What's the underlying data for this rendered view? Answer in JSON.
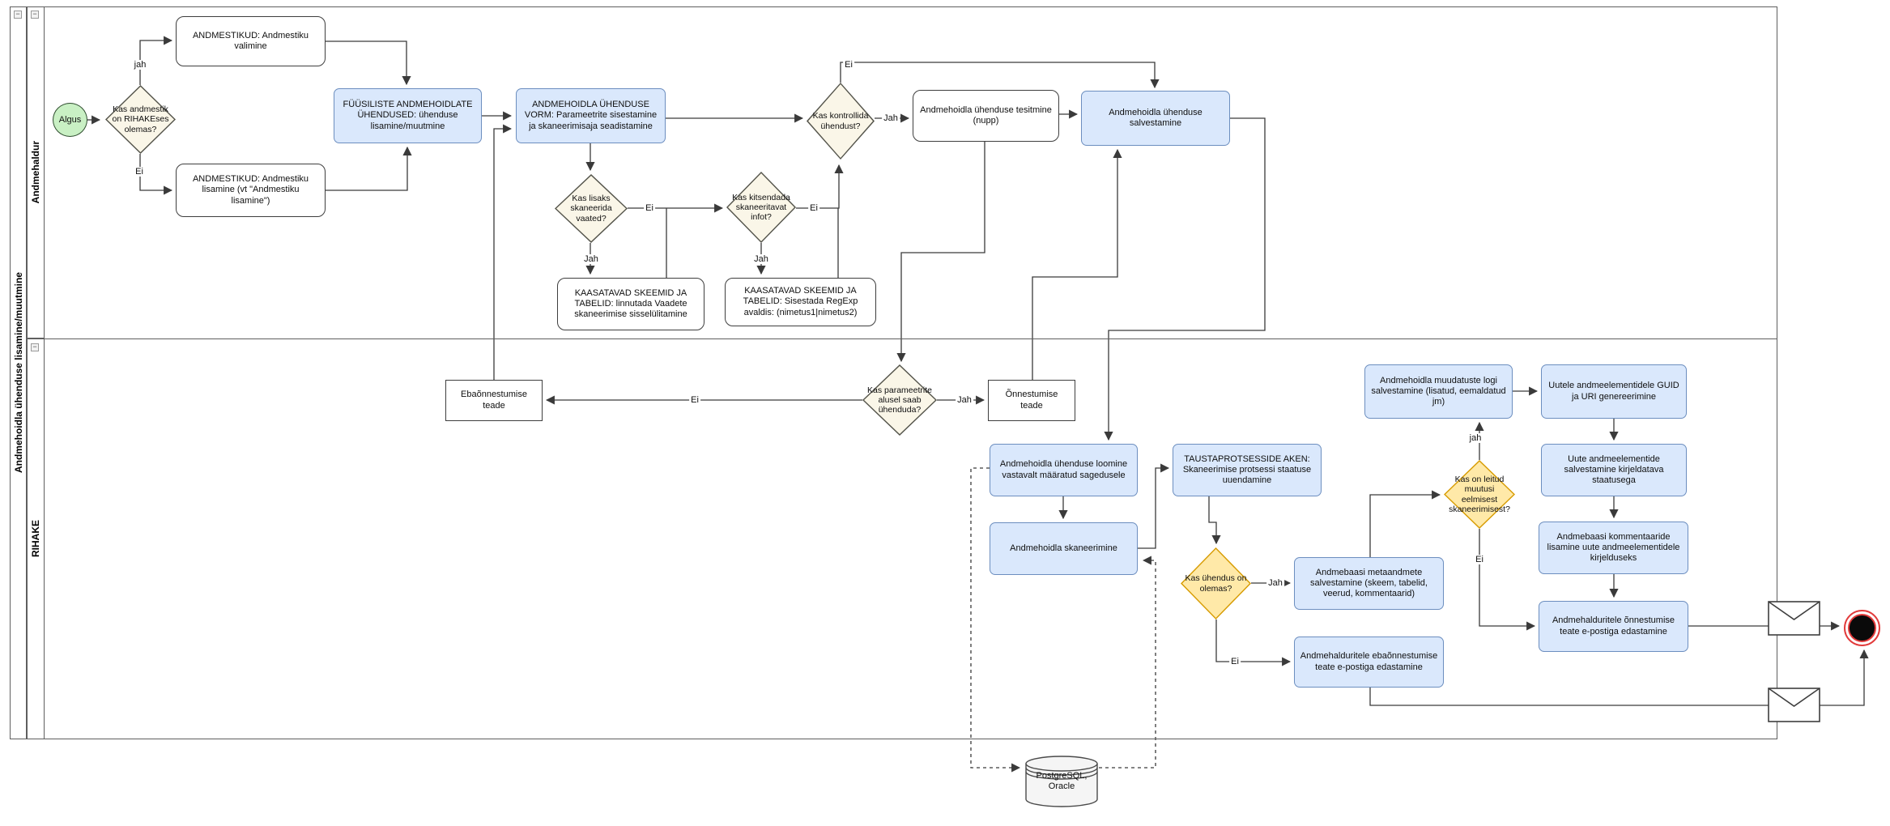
{
  "pool": {
    "title": "Andmehoidla ühenduse lisamine/muutmine",
    "collapse_glyph": "−",
    "lanes": [
      {
        "title": "Andmehaldur"
      },
      {
        "title": "RIHAKE"
      }
    ]
  },
  "nodes": {
    "start": "Algus",
    "d_dataset": "Kas andmestik on RIHAKEses olemas?",
    "t_valimine": "ANDMESTIKUD: Andmestiku valimine",
    "t_lisamine": "ANDMESTIKUD: Andmestiku lisamine (vt \"Andmestiku lisamine\")",
    "t_fyysiliste": "FÜÜSILISTE ANDMEHOIDLATE ÜHENDUSED: ühenduse lisamine/muutmine",
    "t_vorm": "ANDMEHOIDLA ÜHENDUSE VORM: Parameetrite sisestamine ja skaneerimisaja seadistamine",
    "d_vaated": "Kas lisaks skaneerida vaated?",
    "d_kitsendada": "Kas kitsendada skaneeritavat infot?",
    "t_kaas1": "KAASATAVAD SKEEMID JA TABELID: linnutada Vaadete skaneerimise sisselülitamine",
    "t_kaas2": "KAASATAVAD SKEEMID JA TABELID: Sisestada RegExp avaldis: (nimetus1|nimetus2)",
    "d_kontrollida": "Kas kontrollida ühendust?",
    "t_testimine": "Andmehoidla ühenduse tesitmine (nupp)",
    "t_salvestamine": "Andmehoidla ühenduse salvestamine",
    "t_ebaonn": "Ebaõnnestumise teade",
    "d_parameetrid": "Kas parameetrite alusel saab ühenduda?",
    "t_onn": "Õnnestumise teade",
    "t_loomine": "Andmehoidla ühenduse loomine vastavalt määratud sagedusele",
    "t_skaneerimine": "Andmehoidla skaneerimine",
    "t_tausta": "TAUSTAPROTSESSIDE AKEN: Skaneerimise protsessi staatuse uuendamine",
    "d_yhendus": "Kas ühendus on olemas?",
    "t_metaandmed": "Andmebaasi metaandmete salvestamine (skeem, tabelid, veerud, kommentaarid)",
    "t_ebaonn_epost": "Andmehalduritele ebaõnnestumise teate e-postiga edastamine",
    "d_muutused": "Kas on leitud muutusi eelmisest skaneerimisest?",
    "t_logi": "Andmehoidla muudatuste logi salvestamine (lisatud, eemaldatud jm)",
    "t_guid": "Uutele andmeelementidele GUID ja URI genereerimine",
    "t_uued": "Uute andmeelementide salvestamine kirjeldatava staatusega",
    "t_kommentaarid": "Andmebaasi kommentaaride lisamine uute andmeelementidele kirjelduseks",
    "t_onn_epost": "Andmehalduritele õnnestumise teate e-postiga edastamine",
    "db": "PostgreSQL, Oracle"
  },
  "edge_labels": {
    "d1_yes": "jah",
    "d1_no": "Ei",
    "d2_yes": "Jah",
    "d2_no": "Ei",
    "d3_yes": "Jah",
    "d3_no": "Ei",
    "d4_yes": "Jah",
    "d4_no": "Ei",
    "d5_yes": "Jah",
    "d5_no": "Ei",
    "d6_yes": "Jah",
    "d6_no": "Ei",
    "d7_yes": "jah",
    "d7_no": "Ei"
  },
  "colors": {
    "task_fill": "#dae8fc",
    "task_border": "#6c8ebf",
    "decision_yellow_fill": "#ffe9a8",
    "decision_yellow_border": "#d79b00",
    "decision_cream_fill": "#faf6e8",
    "start_fill": "#c9f0c4",
    "end_ring": "#e23b3b",
    "edge_stroke": "#3a3a3a"
  }
}
